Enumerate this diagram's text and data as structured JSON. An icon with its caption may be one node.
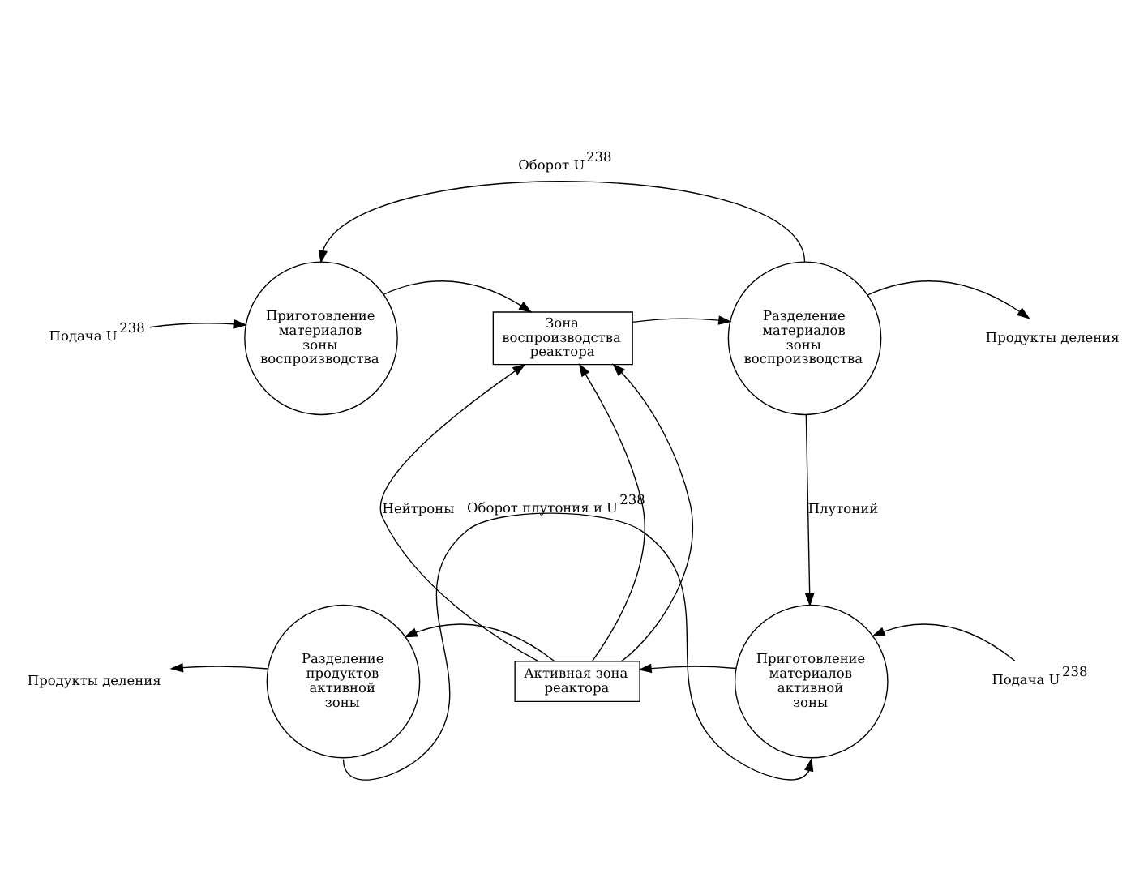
{
  "diagram": {
    "nodes": [
      {
        "text": [
          "Приготовление материалов зоны воспроизводства"
        ]
      },
      {
        "text": [
          "Зона воспроизводства реактора"
        ]
      },
      {
        "text": [
          "Разделение материалов зоны воспроизводства"
        ]
      },
      {
        "text": [
          "Разделение продуктов активной зоны"
        ]
      },
      {
        "text": [
          "Активная зона реактора"
        ]
      },
      {
        "text": [
          "Приготовление материалов активной зоны"
        ]
      },
      {
        "text": [
          "Подача U$^{238}$"
        ]
      },
      {
        "text": [
          "Продукты деления"
        ]
      },
      {
        "text": [
          "Продукты деления"
        ]
      },
      {
        "text": [
          "Подача U$^{238}$"
        ]
      }
    ],
    "edges": [
      {
        "from": 6,
        "to": 0,
        "arrow": "to"
      },
      {
        "from": 0,
        "to": 1,
        "arrow": "to"
      },
      {
        "from": 1,
        "to": 2,
        "arrow": "to"
      },
      {
        "from": 2,
        "to": 7,
        "arrow": "to"
      },
      {
        "from": 2,
        "to": 0,
        "arrow": "to",
        "label": "Оборот U$^{238}$"
      },
      {
        "from": 2,
        "to": 5,
        "arrow": "to",
        "label": "Плутоний"
      },
      {
        "from": 4,
        "to": 1,
        "arrow": "to",
        "label": "Нейтроны"
      },
      {
        "from": 4,
        "to": 1,
        "arrow": "to"
      },
      {
        "from": 4,
        "to": 1,
        "arrow": "to"
      },
      {
        "from": 9,
        "to": 5,
        "arrow": "to"
      },
      {
        "from": 5,
        "to": 4,
        "arrow": "to"
      },
      {
        "from": 4,
        "to": 3,
        "arrow": "to"
      },
      {
        "from": 3,
        "to": 8,
        "arrow": "to"
      },
      {
        "from": 3,
        "to": 5,
        "arrow": "to",
        "label": "Оборот плутония и U$^{238}$"
      }
    ]
  }
}
